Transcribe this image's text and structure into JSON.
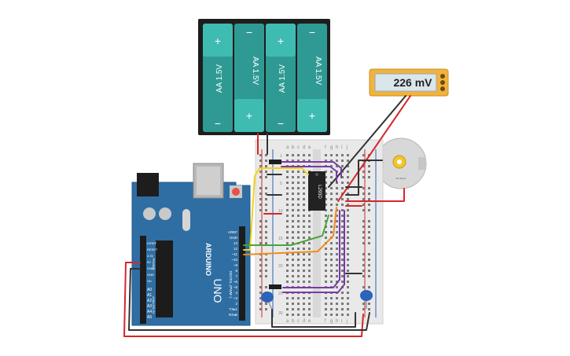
{
  "multimeter": {
    "reading": "226 mV",
    "body_color": "#f2b33d",
    "screen_color": "#d9e6ec"
  },
  "battery_pack": {
    "cells": [
      {
        "label": "AA 1.5V",
        "top_terminal": "+",
        "bottom_terminal": "−"
      },
      {
        "label": "AA 1.5V",
        "top_terminal": "−",
        "bottom_terminal": "+"
      },
      {
        "label": "AA 1.5V",
        "top_terminal": "+",
        "bottom_terminal": "−"
      },
      {
        "label": "AA 1.5V",
        "top_terminal": "−",
        "bottom_terminal": "+"
      }
    ],
    "case_color": "#1d1d1d",
    "cell_color": "#2f9a94",
    "cap_color": "#3fbcb2"
  },
  "arduino": {
    "brand": "ARDUINO",
    "model": "UNO",
    "board_color": "#2f6ea3",
    "power_labels": [
      "IOREF",
      "RESET",
      "3.3V",
      "5V",
      "GND",
      "GND",
      "Vin"
    ],
    "analog_labels": [
      "A0",
      "A1",
      "A2",
      "A3",
      "A4",
      "A5"
    ],
    "analog_group": "ANALOG IN",
    "power_group": "POWER",
    "digital_labels": [
      "AREF",
      "GND",
      "13",
      "12",
      "~11",
      "~10",
      "~9",
      "8",
      "7",
      "~6",
      "~5",
      "4",
      "~3",
      "2",
      "TX▸1",
      "RX◂0"
    ],
    "digital_group": "DIGITAL (PWM~)"
  },
  "breadboard": {
    "columns_left": [
      "a",
      "b",
      "c",
      "d",
      "e"
    ],
    "columns_right": [
      "f",
      "g",
      "h",
      "i",
      "j"
    ],
    "row_numbers": [
      "1",
      "5",
      "10",
      "15",
      "20",
      "25",
      "30"
    ],
    "body_color": "#e9e9e9"
  },
  "driver_ic": {
    "label": "L293D"
  },
  "motor": {
    "label": "DC Motor"
  },
  "wires": {
    "red": "#d6262b",
    "black": "#333333",
    "purple": "#7a3aa6",
    "yellow": "#f1d31a",
    "green": "#4aa53a",
    "orange": "#f28a1a",
    "blue_cap": "#2b64b8"
  }
}
